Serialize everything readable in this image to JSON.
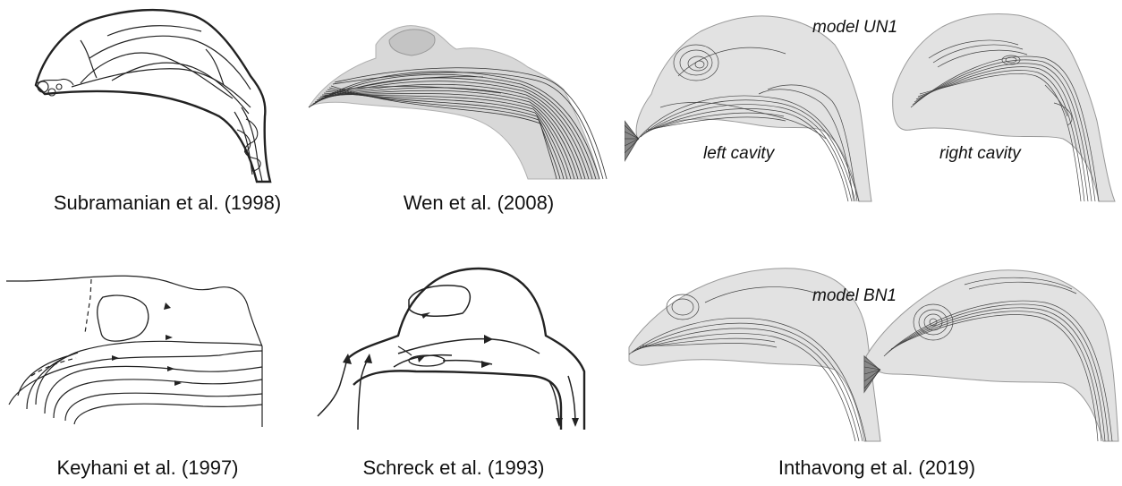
{
  "figure": {
    "captions": {
      "subramanian": "Subramanian et al. (1998)",
      "wen": "Wen et al. (2008)",
      "keyhani": "Keyhani et al. (1997)",
      "schreck": "Schreck et al. (1993)",
      "inthavong": "Inthavong et al. (2019)"
    },
    "labels": {
      "model_un1": "model UN1",
      "model_bn1": "model BN1",
      "left_cavity": "left cavity",
      "right_cavity": "right cavity"
    }
  }
}
